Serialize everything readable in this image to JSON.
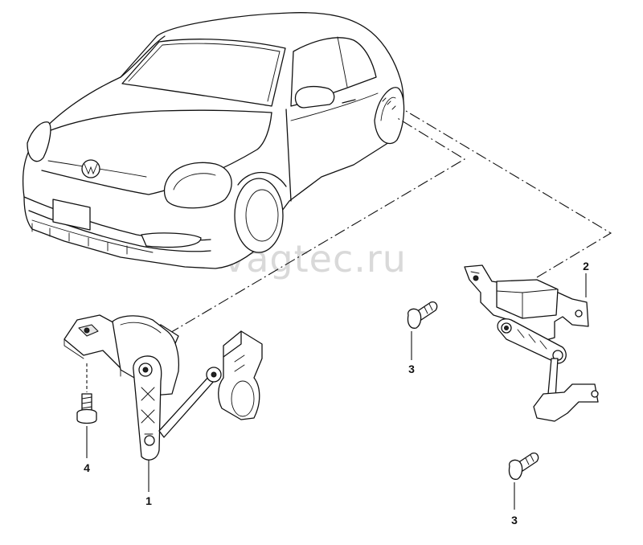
{
  "watermark": "vagtec.ru",
  "callouts": [
    {
      "id": "1",
      "label": "1"
    },
    {
      "id": "2",
      "label": "2"
    },
    {
      "id": "3a",
      "label": "3"
    },
    {
      "id": "3b",
      "label": "3"
    },
    {
      "id": "4",
      "label": "4"
    }
  ]
}
